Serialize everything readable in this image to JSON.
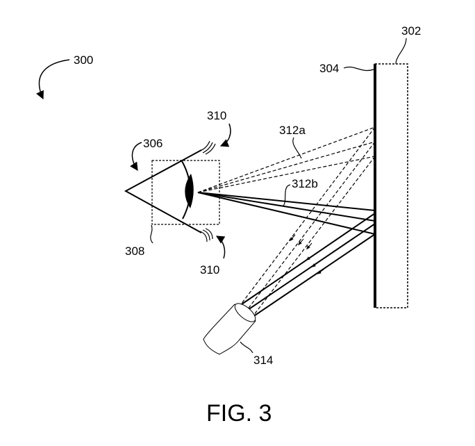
{
  "labels": {
    "system": "300",
    "display": "302",
    "surface": "304",
    "eye": "306",
    "eye_region": "308",
    "eyelashes_top": "310",
    "eyelashes_bottom": "310",
    "rays_dashed": "312a",
    "rays_solid": "312b",
    "camera": "314"
  },
  "caption": "FIG. 3"
}
